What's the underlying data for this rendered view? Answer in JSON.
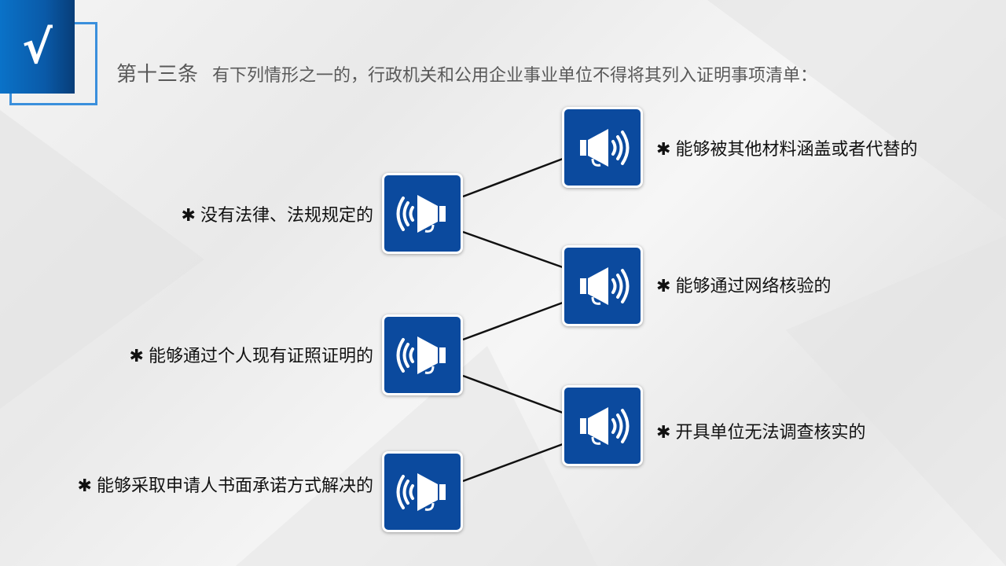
{
  "logo": {
    "symbol": "√"
  },
  "title": {
    "article": "第十三条",
    "text": "有下列情形之一的，行政机关和公用企业事业单位不得将其列入证明事项清单："
  },
  "bullet_symbol": "✱",
  "left_items": [
    {
      "label": "没有法律、法规规定的"
    },
    {
      "label": "能够通过个人现有证照证明的"
    },
    {
      "label": "能够采取申请人书面承诺方式解决的"
    }
  ],
  "right_items": [
    {
      "label": "能够被其他材料涵盖或者代替的"
    },
    {
      "label": "能够通过网络核验的"
    },
    {
      "label": "开具单位无法调查核实的"
    }
  ],
  "colors": {
    "box": "#0b4a9e",
    "accent": "#3a8fdc"
  }
}
